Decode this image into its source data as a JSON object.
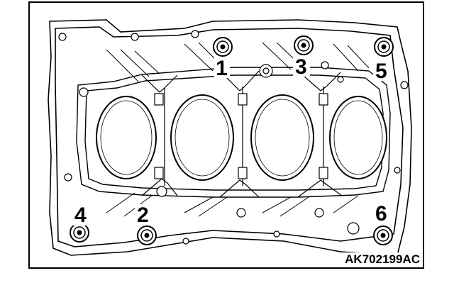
{
  "figure": {
    "caption": "AK702199AC"
  },
  "bolts": [
    {
      "label": "1"
    },
    {
      "label": "2"
    },
    {
      "label": "3"
    },
    {
      "label": "4"
    },
    {
      "label": "5"
    },
    {
      "label": "6"
    }
  ],
  "colors": {
    "line": "#000000",
    "background": "#ffffff"
  }
}
